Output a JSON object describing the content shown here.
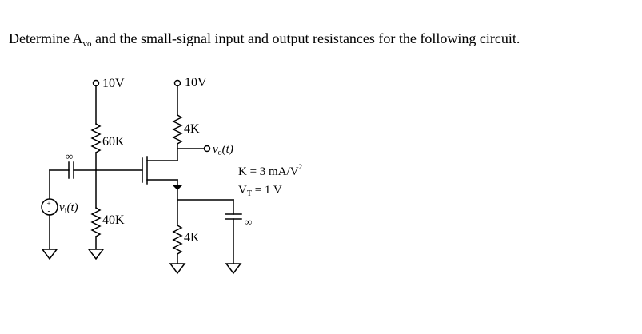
{
  "problem": {
    "text_before": "Determine A",
    "gain_subscript": "vo",
    "text_after": " and the small-signal input and output resistances for the following circuit."
  },
  "circuit": {
    "supply_left": "10V",
    "supply_right": "10V",
    "r_bias_top": "60K",
    "r_bias_bottom": "40K",
    "r_drain": "4K",
    "r_source": "4K",
    "cap_in": "∞",
    "cap_out": "∞",
    "input_signal": {
      "main": "v",
      "sub": "i",
      "tail": "(t)"
    },
    "output_signal": {
      "main": "v",
      "sub": "o",
      "tail": "(t)"
    },
    "source_plus": "+",
    "source_minus": "-",
    "params": {
      "k": {
        "label": "K = 3 mA/V",
        "sup": "2"
      },
      "vt": {
        "main": "V",
        "sub": "T",
        "tail": " = 1 V"
      }
    }
  }
}
